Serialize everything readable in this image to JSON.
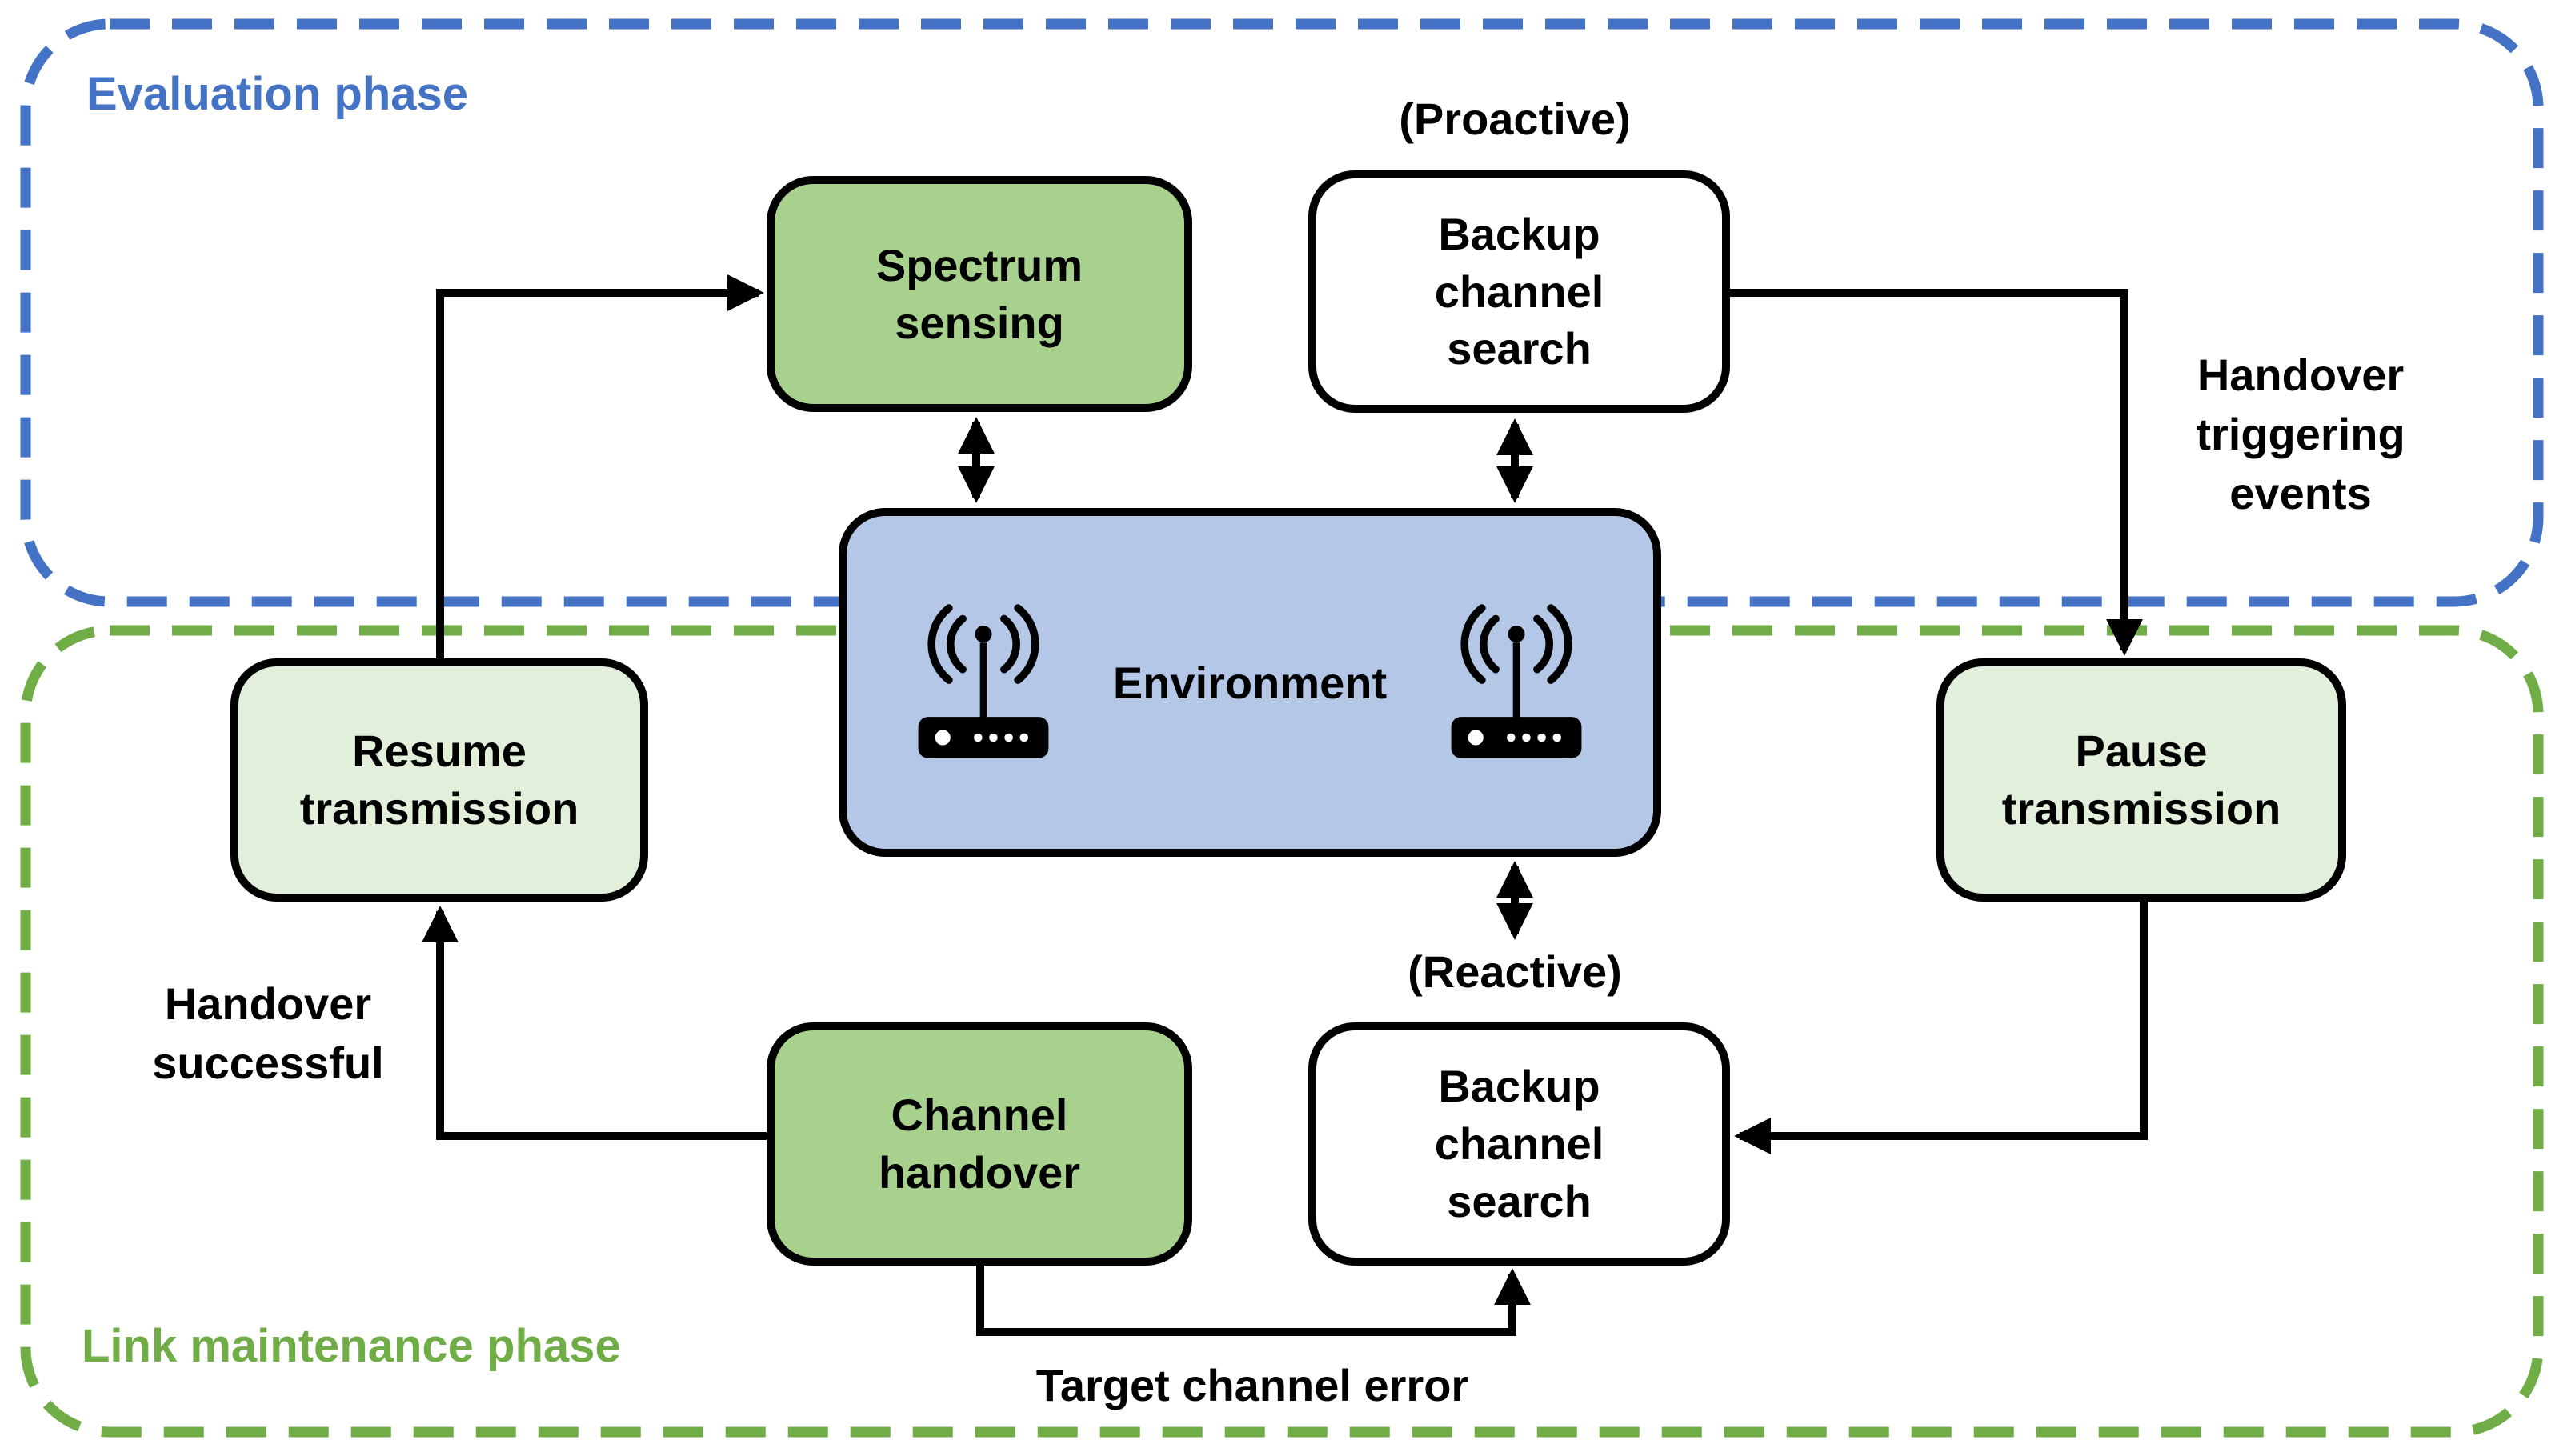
{
  "colors": {
    "evaluation_phase": "#4472C4",
    "link_maintenance_phase": "#70AD47",
    "process_fill_green": "#A9D18E",
    "light_fill_green": "#E2EFDA",
    "environment_fill": "#B4C7E7",
    "connector": "#000000",
    "background": "#FFFFFF"
  },
  "phases": {
    "evaluation": {
      "label": "Evaluation phase"
    },
    "link_maintenance": {
      "label": "Link maintenance phase"
    }
  },
  "nodes": {
    "spectrum_sensing": {
      "label": "Spectrum sensing"
    },
    "backup_proactive": {
      "tag": "(Proactive)",
      "label": "Backup channel search"
    },
    "environment": {
      "label": "Environment",
      "icons": [
        "wifi-router-icon",
        "wifi-router-icon"
      ]
    },
    "resume_transmission": {
      "label": "Resume transmission"
    },
    "pause_transmission": {
      "label": "Pause transmission"
    },
    "channel_handover": {
      "label": "Channel handover"
    },
    "backup_reactive": {
      "tag": "(Reactive)",
      "label": "Backup channel search"
    }
  },
  "edge_labels": {
    "handover_triggering_events": "Handover triggering events",
    "handover_successful": "Handover successful",
    "target_channel_error": "Target channel error"
  }
}
